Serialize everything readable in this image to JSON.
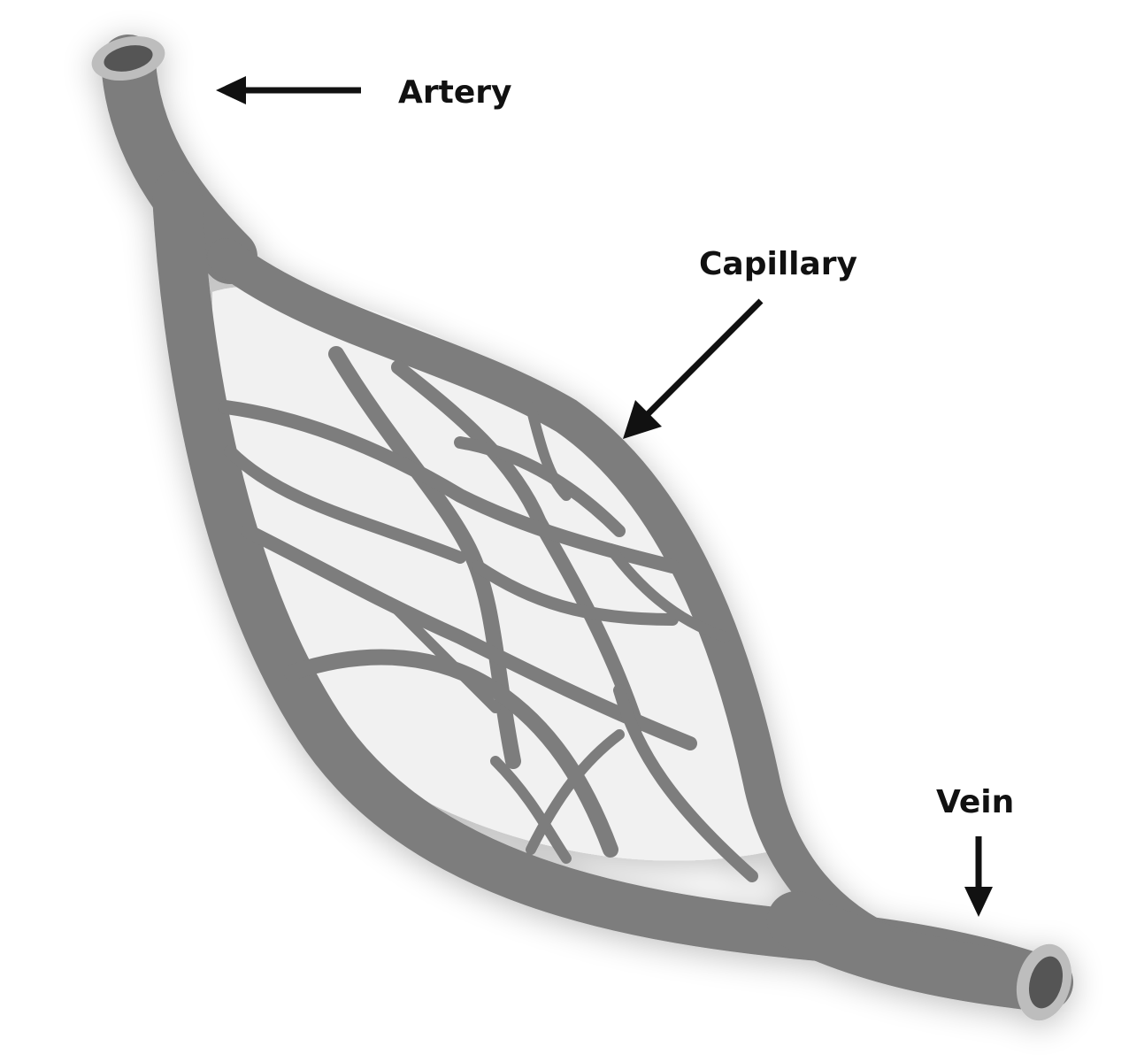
{
  "labels": {
    "artery": "Artery",
    "capillary": "Capillary",
    "vein": "Vein"
  },
  "colors": {
    "vessel": "#7d7d7d",
    "vessel_edge": "#6a6a6a",
    "vessel_highlight": "#9a9a9a",
    "lumen_outer": "#bdbdbd",
    "lumen_inner": "#555555",
    "mesh_fill": "#f1f1f1",
    "text": "#111111"
  }
}
